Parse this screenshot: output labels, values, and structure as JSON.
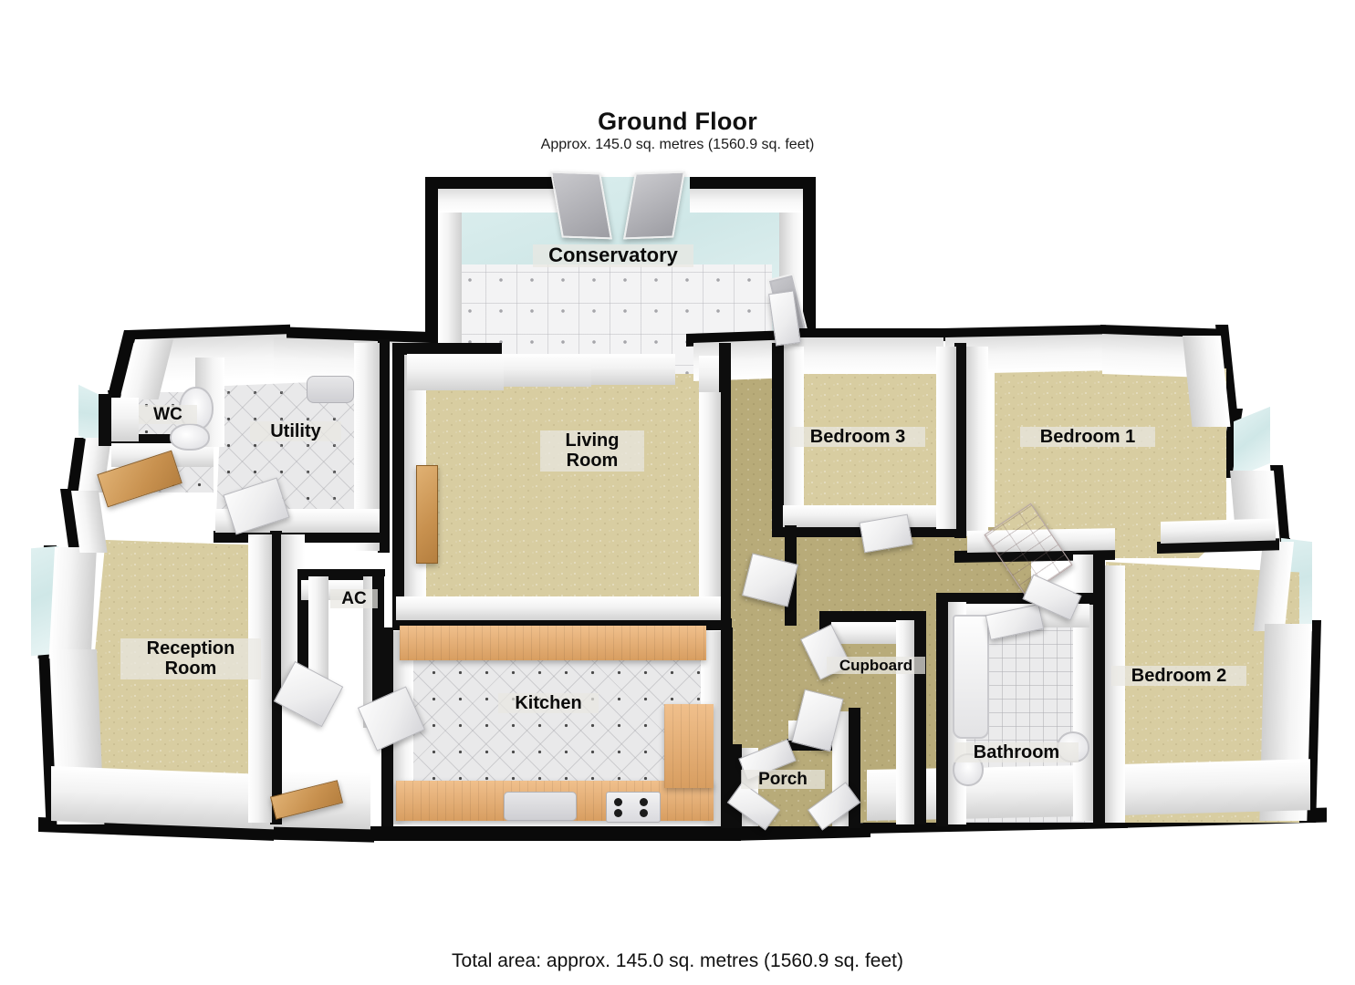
{
  "header": {
    "title": "Ground Floor",
    "subtitle": "Approx. 145.0 sq. metres (1560.9 sq. feet)"
  },
  "footer": {
    "total_area": "Total area: approx. 145.0 sq. metres (1560.9 sq. feet)"
  },
  "plan": {
    "floor_name": "Ground Floor",
    "area_sq_metres": "145.0",
    "area_sq_feet": "1560.9",
    "rooms": [
      {
        "id": "conservatory",
        "label": "Conservatory",
        "floor": "white-diamond-tile"
      },
      {
        "id": "wc",
        "label": "WC",
        "floor": "dotted-tile"
      },
      {
        "id": "utility",
        "label": "Utility",
        "floor": "dotted-tile"
      },
      {
        "id": "reception-room",
        "label": "Reception\nRoom",
        "floor": "carpet"
      },
      {
        "id": "ac",
        "label": "AC",
        "floor": "plain"
      },
      {
        "id": "living-room",
        "label": "Living\nRoom",
        "floor": "carpet"
      },
      {
        "id": "kitchen",
        "label": "Kitchen",
        "floor": "dotted-tile"
      },
      {
        "id": "porch",
        "label": "Porch",
        "floor": "carpet"
      },
      {
        "id": "cupboard",
        "label": "Cupboard",
        "floor": "carpet"
      },
      {
        "id": "bedroom-3",
        "label": "Bedroom 3",
        "floor": "carpet"
      },
      {
        "id": "bedroom-1",
        "label": "Bedroom 1",
        "floor": "carpet"
      },
      {
        "id": "bedroom-2",
        "label": "Bedroom 2",
        "floor": "carpet"
      },
      {
        "id": "bathroom",
        "label": "Bathroom",
        "floor": "square-tile"
      },
      {
        "id": "hallway",
        "label": "",
        "floor": "carpet-hall"
      }
    ],
    "fixtures": [
      {
        "id": "bath-tub",
        "room": "bathroom"
      },
      {
        "id": "wash-basin",
        "room": "bathroom"
      },
      {
        "id": "toilet",
        "room": "bathroom"
      },
      {
        "id": "wc-toilet",
        "room": "wc"
      },
      {
        "id": "utility-sink",
        "room": "utility"
      },
      {
        "id": "kitchen-sink",
        "room": "kitchen"
      },
      {
        "id": "kitchen-hob",
        "room": "kitchen"
      },
      {
        "id": "kitchen-counter",
        "room": "kitchen"
      }
    ],
    "openings": [
      {
        "id": "conservatory-french-doors",
        "type": "french-door",
        "count": 2
      },
      {
        "id": "front-door",
        "type": "wood-door"
      },
      {
        "id": "porch-doors",
        "type": "double-door"
      }
    ],
    "colors": {
      "carpet": "#d8cda1",
      "hall_carpet": "#b8ab79",
      "wall_cap": "#0a0a0a",
      "wall_face": "#ffffff",
      "glass": "#dff0f0",
      "wood_counter": "#edb273",
      "tile": "#ebebec",
      "label_bg": "rgba(233,231,226,0.72)"
    }
  }
}
